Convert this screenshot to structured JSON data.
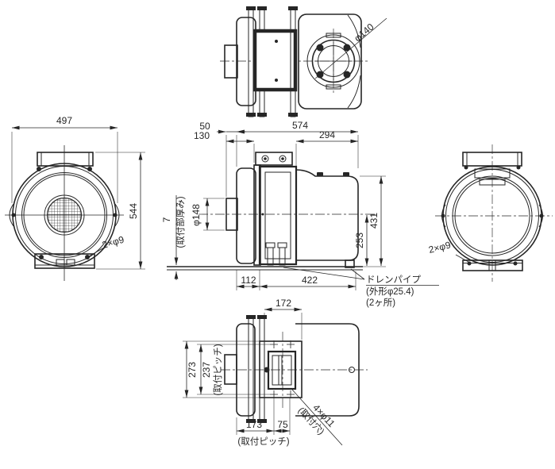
{
  "drawing": {
    "type": "mechanical-orthographic-views",
    "colors": {
      "background": "#ffffff",
      "line": "#262626"
    },
    "views": {
      "top": {
        "labels": {
          "flange_dia": "φ140"
        }
      },
      "front": {
        "labels": {
          "width": "497",
          "height": "544",
          "base_holes": "2×φ9"
        }
      },
      "side": {
        "labels": {
          "offset_50": "50",
          "offset_130": "130",
          "depth_574": "574",
          "depth_294": "294",
          "inlet_dia": "φ148",
          "plate_thickness": "7",
          "plate_thickness_note": "(取付部厚み)",
          "height_253": "253",
          "height_431": "431",
          "base_112": "112",
          "base_422": "422",
          "drain_title": "ドレンパイプ",
          "drain_od": "(外形φ25.4)",
          "drain_qty": "(2ヶ所)"
        }
      },
      "rear": {
        "labels": {
          "base_holes": "2×φ9"
        }
      },
      "bottom": {
        "labels": {
          "width_172": "172",
          "pitch_273": "273",
          "pitch_237": "237",
          "pitch_note_left": "(取付ピッチ)",
          "pitch_173": "173",
          "pitch_75": "75",
          "pitch_note_bottom": "(取付ピッチ)",
          "mount_holes": "4×φ11",
          "mount_holes_note": "(取付穴)"
        }
      }
    }
  }
}
